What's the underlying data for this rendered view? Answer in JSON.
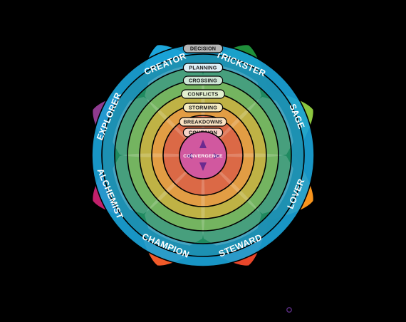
{
  "archetypes": [
    {
      "label": "CREATOR",
      "color": "#1da6db"
    },
    {
      "label": "TRICKSTER",
      "color": "#1f8f3a"
    },
    {
      "label": "SAGE",
      "color": "#8cc63f"
    },
    {
      "label": "LOVER",
      "color": "#f7941d"
    },
    {
      "label": "STEWARD",
      "color": "#e8462a"
    },
    {
      "label": "CHAMPION",
      "color": "#f15a29"
    },
    {
      "label": "ALCHEMIST",
      "color": "#c1206b"
    },
    {
      "label": "EXPLORER",
      "color": "#8e3a8f"
    }
  ],
  "stages": [
    {
      "label": "DECISION",
      "ring_color": "#1aa2d6",
      "pill_color": "#b5b5b5"
    },
    {
      "label": "PLANNING",
      "ring_color": "#1d8fb0",
      "pill_color": "#dfeff6"
    },
    {
      "label": "CROSSING",
      "ring_color": "#1f8a5a",
      "pill_color": "#cfe6d6"
    },
    {
      "label": "CONFLICTS",
      "ring_color": "#5ba63c",
      "pill_color": "#e3f0cf"
    },
    {
      "label": "STORMING",
      "ring_color": "#b8a21a",
      "pill_color": "#f4ebc1"
    },
    {
      "label": "BREAKDOWNS",
      "ring_color": "#e0861b",
      "pill_color": "#fbe2c2"
    },
    {
      "label": "COHESION",
      "ring_color": "#d2421e",
      "pill_color": "#f7d3c8"
    }
  ],
  "center": {
    "label": "CONVERGENCE",
    "color": "#d1589f",
    "arrow_color": "#6b2a8f"
  },
  "footer_dot_color": "#5a2d82"
}
